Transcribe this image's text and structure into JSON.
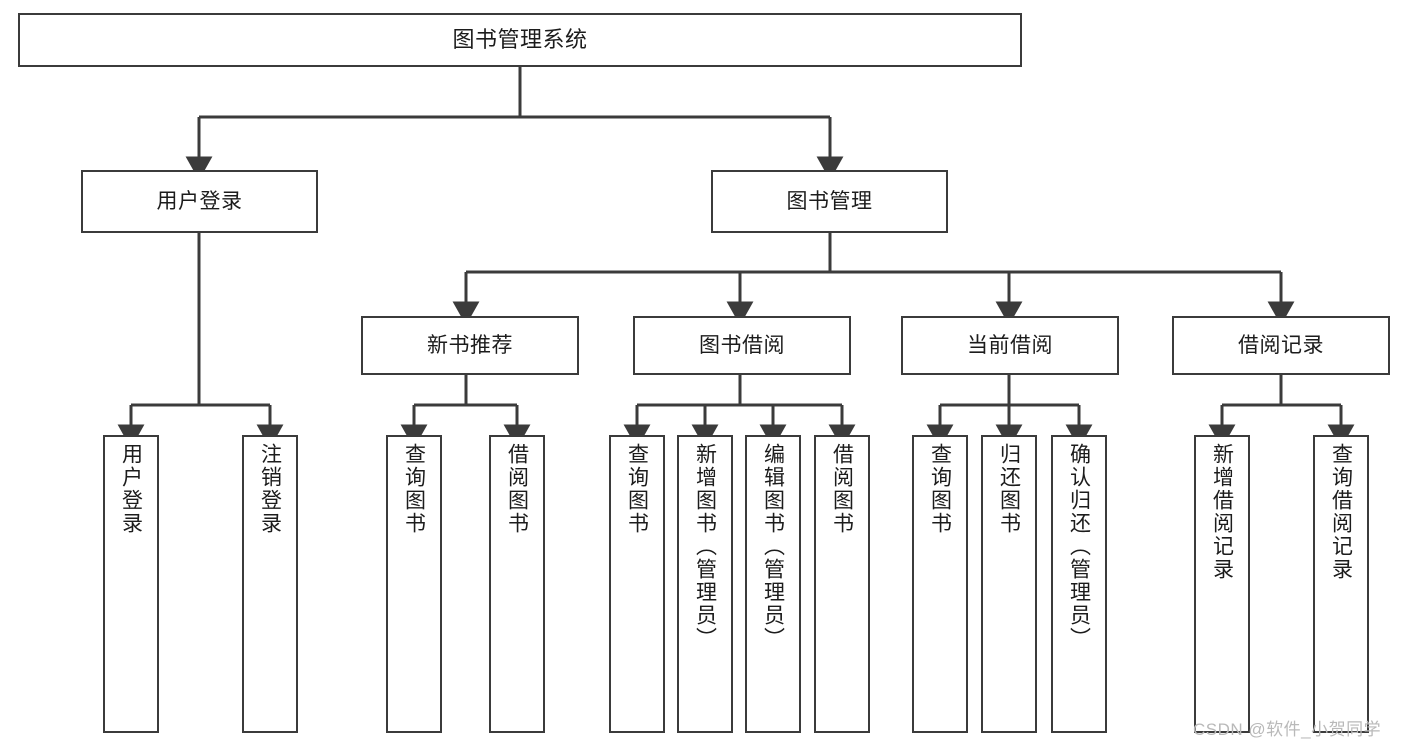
{
  "diagram": {
    "title": "图书管理系统",
    "type": "hierarchy-tree",
    "root": {
      "id": "root",
      "label": "图书管理系统"
    },
    "level1": [
      {
        "id": "user-login",
        "label": "用户登录"
      },
      {
        "id": "book-manage",
        "label": "图书管理"
      }
    ],
    "level2": [
      {
        "id": "new-book-recommend",
        "label": "新书推荐"
      },
      {
        "id": "book-borrow",
        "label": "图书借阅"
      },
      {
        "id": "current-borrow",
        "label": "当前借阅"
      },
      {
        "id": "borrow-record",
        "label": "借阅记录"
      }
    ],
    "leaves": [
      {
        "id": "leaf-user-login",
        "label": "用户登录",
        "parent": "user-login"
      },
      {
        "id": "leaf-user-logout",
        "label": "注销登录",
        "parent": "user-login"
      },
      {
        "id": "leaf-query-book-1",
        "label": "查询图书",
        "parent": "new-book-recommend"
      },
      {
        "id": "leaf-borrow-book-1",
        "label": "借阅图书",
        "parent": "new-book-recommend"
      },
      {
        "id": "leaf-query-book-2",
        "label": "查询图书",
        "parent": "book-borrow"
      },
      {
        "id": "leaf-add-book",
        "label": "新增图书（管理员）",
        "parent": "book-borrow"
      },
      {
        "id": "leaf-edit-book",
        "label": "编辑图书（管理员）",
        "parent": "book-borrow"
      },
      {
        "id": "leaf-borrow-book-2",
        "label": "借阅图书",
        "parent": "book-borrow"
      },
      {
        "id": "leaf-query-book-3",
        "label": "查询图书",
        "parent": "current-borrow"
      },
      {
        "id": "leaf-return-book",
        "label": "归还图书",
        "parent": "current-borrow"
      },
      {
        "id": "leaf-confirm-return",
        "label": "确认归还（管理员）",
        "parent": "current-borrow"
      },
      {
        "id": "leaf-add-record",
        "label": "新增借阅记录",
        "parent": "borrow-record"
      },
      {
        "id": "leaf-query-record",
        "label": "查询借阅记录",
        "parent": "borrow-record"
      }
    ],
    "watermark": "CSDN @软件_小贺同学",
    "colors": {
      "stroke": "#3b3b3b",
      "fill": "#ffffff",
      "text": "#1c1c1c",
      "watermark": "#b9b9b9"
    }
  }
}
